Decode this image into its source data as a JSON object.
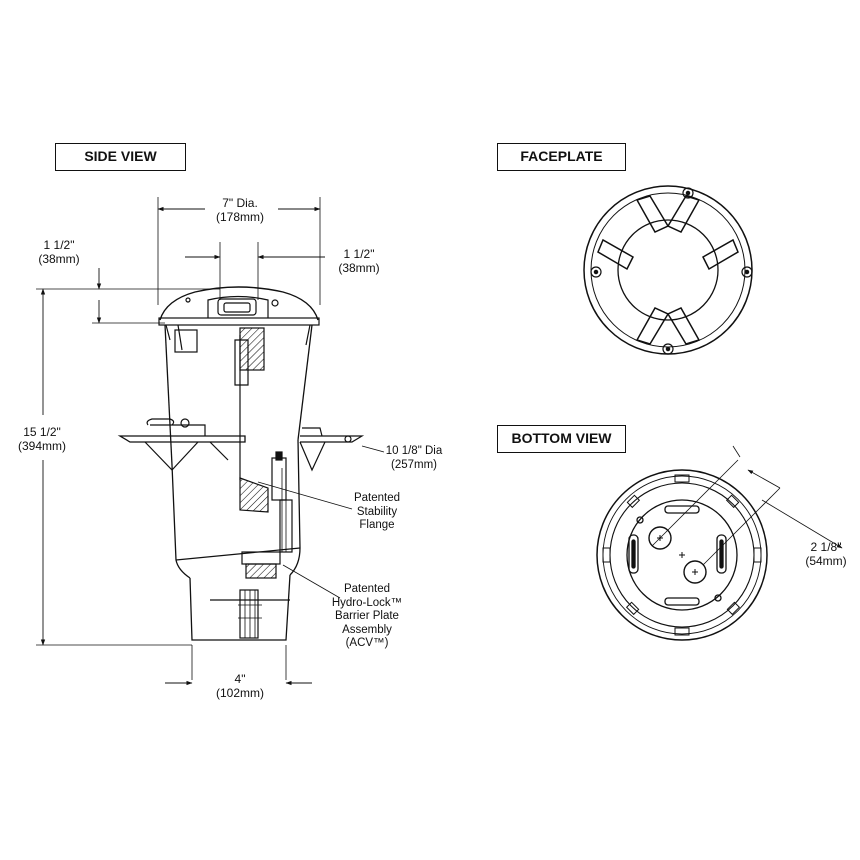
{
  "views": {
    "side": "SIDE VIEW",
    "faceplate": "FACEPLATE",
    "bottom": "BOTTOM VIEW"
  },
  "dimensions": {
    "top_diameter": [
      "7\" Dia.",
      "(178mm)"
    ],
    "left_depth": [
      "1 1/2\"",
      "(38mm)"
    ],
    "right_width": [
      "1 1/2\"",
      "(38mm)"
    ],
    "height": [
      "15 1/2\"",
      "(394mm)"
    ],
    "flange_dia": [
      "10 1/8\" Dia",
      "(257mm)"
    ],
    "base_width": [
      "4\"",
      "(102mm)"
    ],
    "hole_spacing": [
      "2 1/8\"",
      "(54mm)"
    ]
  },
  "callouts": {
    "stability_flange": [
      "Patented",
      "Stability",
      "Flange"
    ],
    "barrier_plate": [
      "Patented",
      "Hydro-Lock™",
      "Barrier Plate",
      "Assembly",
      "(ACV™)"
    ]
  },
  "colors": {
    "line": "#111111",
    "background": "#ffffff"
  }
}
